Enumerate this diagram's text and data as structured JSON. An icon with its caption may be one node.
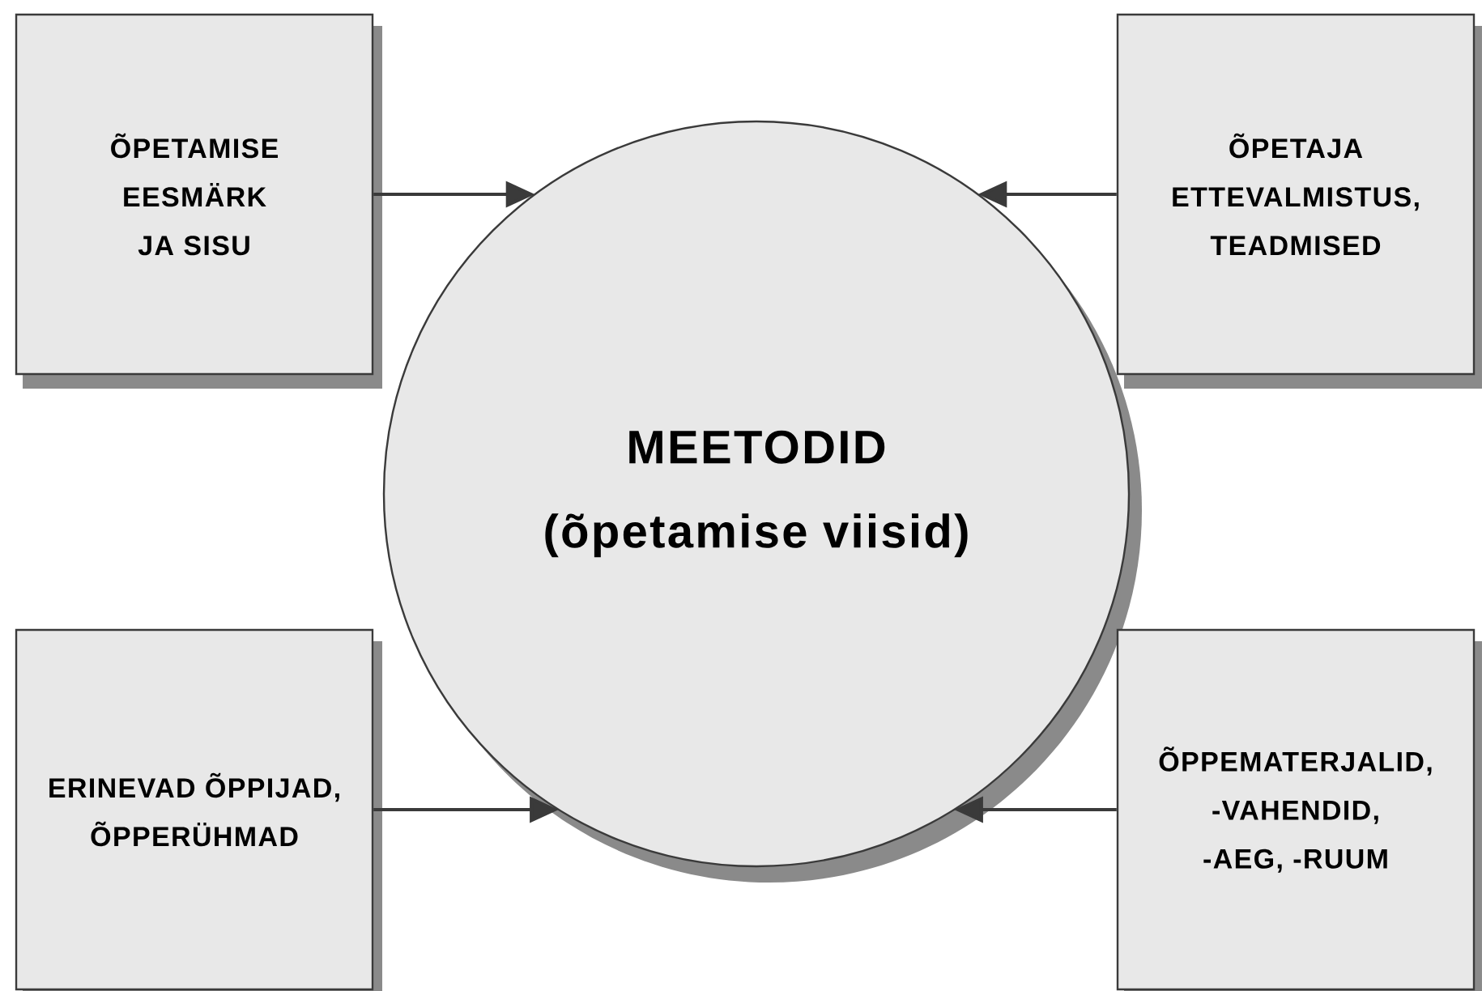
{
  "diagram": {
    "nodes": [
      {
        "text": [
          "ÕPETAMISE EESMÄRK JA SISU"
        ]
      },
      {
        "text": [
          "ÕPETAJA ETTEVALMISTUS, TEADMISED"
        ]
      },
      {
        "text": [
          "MEETODID",
          "(õpetamise viisid)"
        ]
      },
      {
        "text": [
          "ERINEVAD ÕPPIJAD, ÕPPERÜHMAD"
        ]
      },
      {
        "text": [
          "ÕPPEMATERJALID, -VAHENDID, -AEG, -RUUM"
        ]
      }
    ],
    "edges": [
      {
        "from": 0,
        "to": 2,
        "arrow": "to"
      },
      {
        "from": 1,
        "to": 2,
        "arrow": "to"
      },
      {
        "from": 3,
        "to": 2,
        "arrow": "to"
      },
      {
        "from": 4,
        "to": 2,
        "arrow": "to"
      }
    ]
  }
}
